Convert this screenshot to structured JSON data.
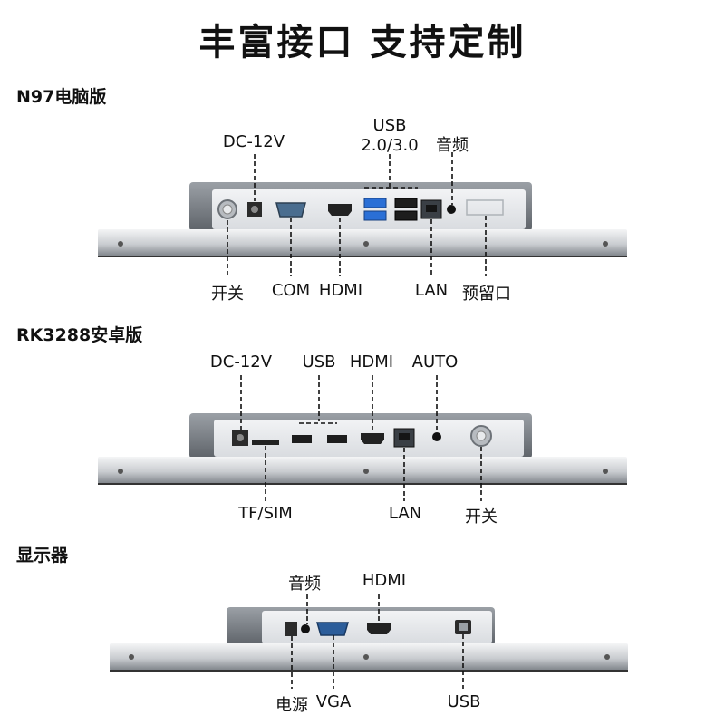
{
  "title": "丰富接口 支持定制",
  "sections": [
    {
      "heading": "N97电脑版",
      "labels": {
        "dc": "DC-12V",
        "usb_line1": "USB",
        "usb_line2": "2.0/3.0",
        "audio": "音频",
        "power_switch": "开关",
        "com": "COM",
        "hdmi": "HDMI",
        "lan": "LAN",
        "reserved": "预留口"
      }
    },
    {
      "heading": "RK3288安卓版",
      "labels": {
        "dc": "DC-12V",
        "usb": "USB",
        "hdmi": "HDMI",
        "auto": "AUTO",
        "tf_sim": "TF/SIM",
        "lan": "LAN",
        "power_switch": "开关"
      }
    },
    {
      "heading": "显示器",
      "labels": {
        "audio": "音频",
        "hdmi": "HDMI",
        "power": "电源",
        "vga": "VGA",
        "usb": "USB"
      }
    }
  ],
  "colors": {
    "panel_light": "#e9ecef",
    "panel_dark": "#8b9096",
    "port_blue": "#2a6fd6",
    "port_dark": "#1a1a1a"
  }
}
